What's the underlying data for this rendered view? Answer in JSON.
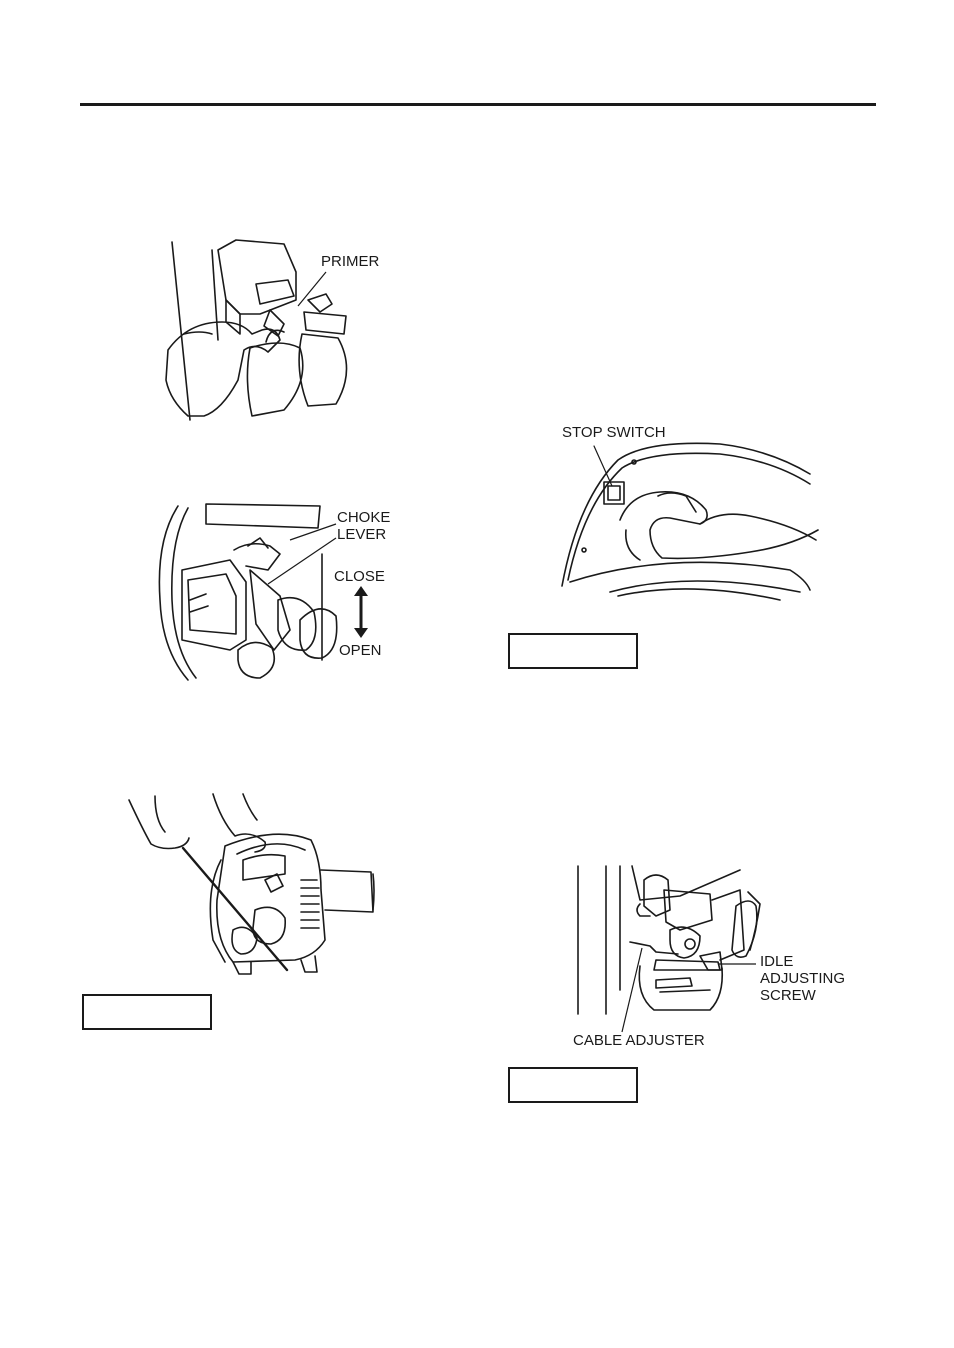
{
  "figures": {
    "primer": {
      "label": "PRIMER"
    },
    "choke": {
      "label_line1": "CHOKE",
      "label_line2": "LEVER",
      "close": "CLOSE",
      "open": "OPEN"
    },
    "stop_switch": {
      "label": "STOP SWITCH"
    },
    "carburetor": {
      "idle_line1": "IDLE",
      "idle_line2": "ADJUSTING",
      "idle_line3": "SCREW",
      "cable_adjuster": "CABLE ADJUSTER"
    }
  },
  "colors": {
    "ink": "#1a1a1a",
    "paper": "#ffffff"
  }
}
